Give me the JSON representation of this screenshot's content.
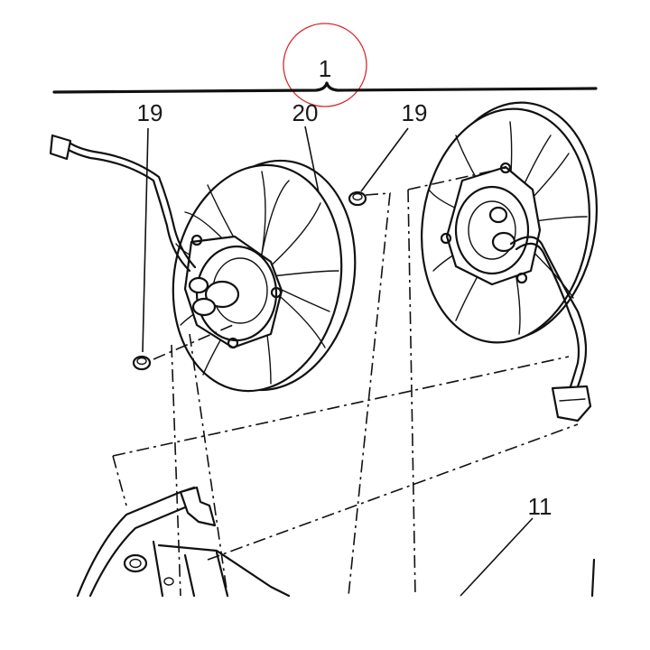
{
  "diagram": {
    "type": "exploded-parts-illustration",
    "callouts": {
      "assembly": "1",
      "nut_left": "19",
      "fan_motor": "20",
      "nut_right": "19",
      "shroud": "11"
    },
    "highlight_color": "#d9272e",
    "line_color": "#111111",
    "background_color": "#ffffff"
  }
}
